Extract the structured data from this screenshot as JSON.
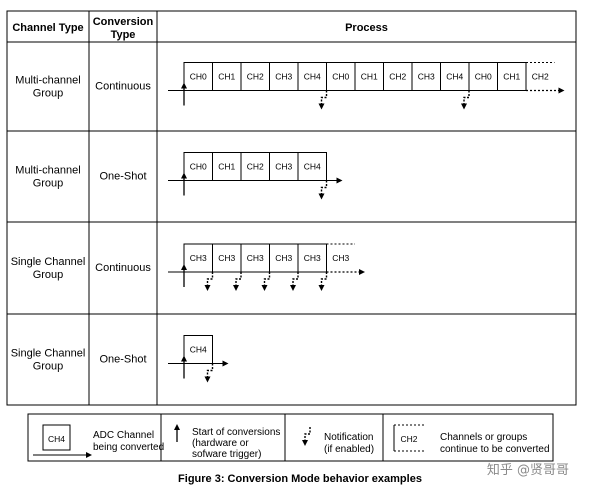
{
  "headers": {
    "channel_type": "Channel Type",
    "conversion_type": [
      "Conversion",
      "Type"
    ],
    "process": "Process"
  },
  "rows": [
    {
      "channel": [
        "Multi-channel",
        "Group"
      ],
      "conversion": "Continuous",
      "boxes": [
        "CH0",
        "CH1",
        "CH2",
        "CH3",
        "CH4",
        "CH0",
        "CH1",
        "CH2",
        "CH3",
        "CH4",
        "CH0",
        "CH1",
        "CH2"
      ],
      "last_dashed": true,
      "notifications_after": [
        4,
        9
      ]
    },
    {
      "channel": [
        "Multi-channel",
        "Group"
      ],
      "conversion": "One-Shot",
      "boxes": [
        "CH0",
        "CH1",
        "CH2",
        "CH3",
        "CH4"
      ],
      "last_dashed": false,
      "notifications_after": [
        4
      ]
    },
    {
      "channel": [
        "Single Channel",
        "Group"
      ],
      "conversion": "Continuous",
      "boxes": [
        "CH3",
        "CH3",
        "CH3",
        "CH3",
        "CH3",
        "CH3"
      ],
      "last_dashed": true,
      "notifications_after": [
        0,
        1,
        2,
        3,
        4
      ]
    },
    {
      "channel": [
        "Single Channel",
        "Group"
      ],
      "conversion": "One-Shot",
      "boxes": [
        "CH4"
      ],
      "last_dashed": false,
      "notifications_after": [
        0
      ]
    }
  ],
  "legend": {
    "box_label": "CH4",
    "adc": [
      "ADC Channel",
      "being converted"
    ],
    "start": [
      "Start of conversions",
      "(hardware or",
      "sofware trigger)"
    ],
    "notification": [
      "Notification",
      "(if enabled)"
    ],
    "continue_box_label": "CH2",
    "continue": [
      "Channels or groups",
      "continue to be converted"
    ]
  },
  "caption": "Figure 3: Conversion Mode behavior examples",
  "watermark": "知乎 @贤哥哥"
}
